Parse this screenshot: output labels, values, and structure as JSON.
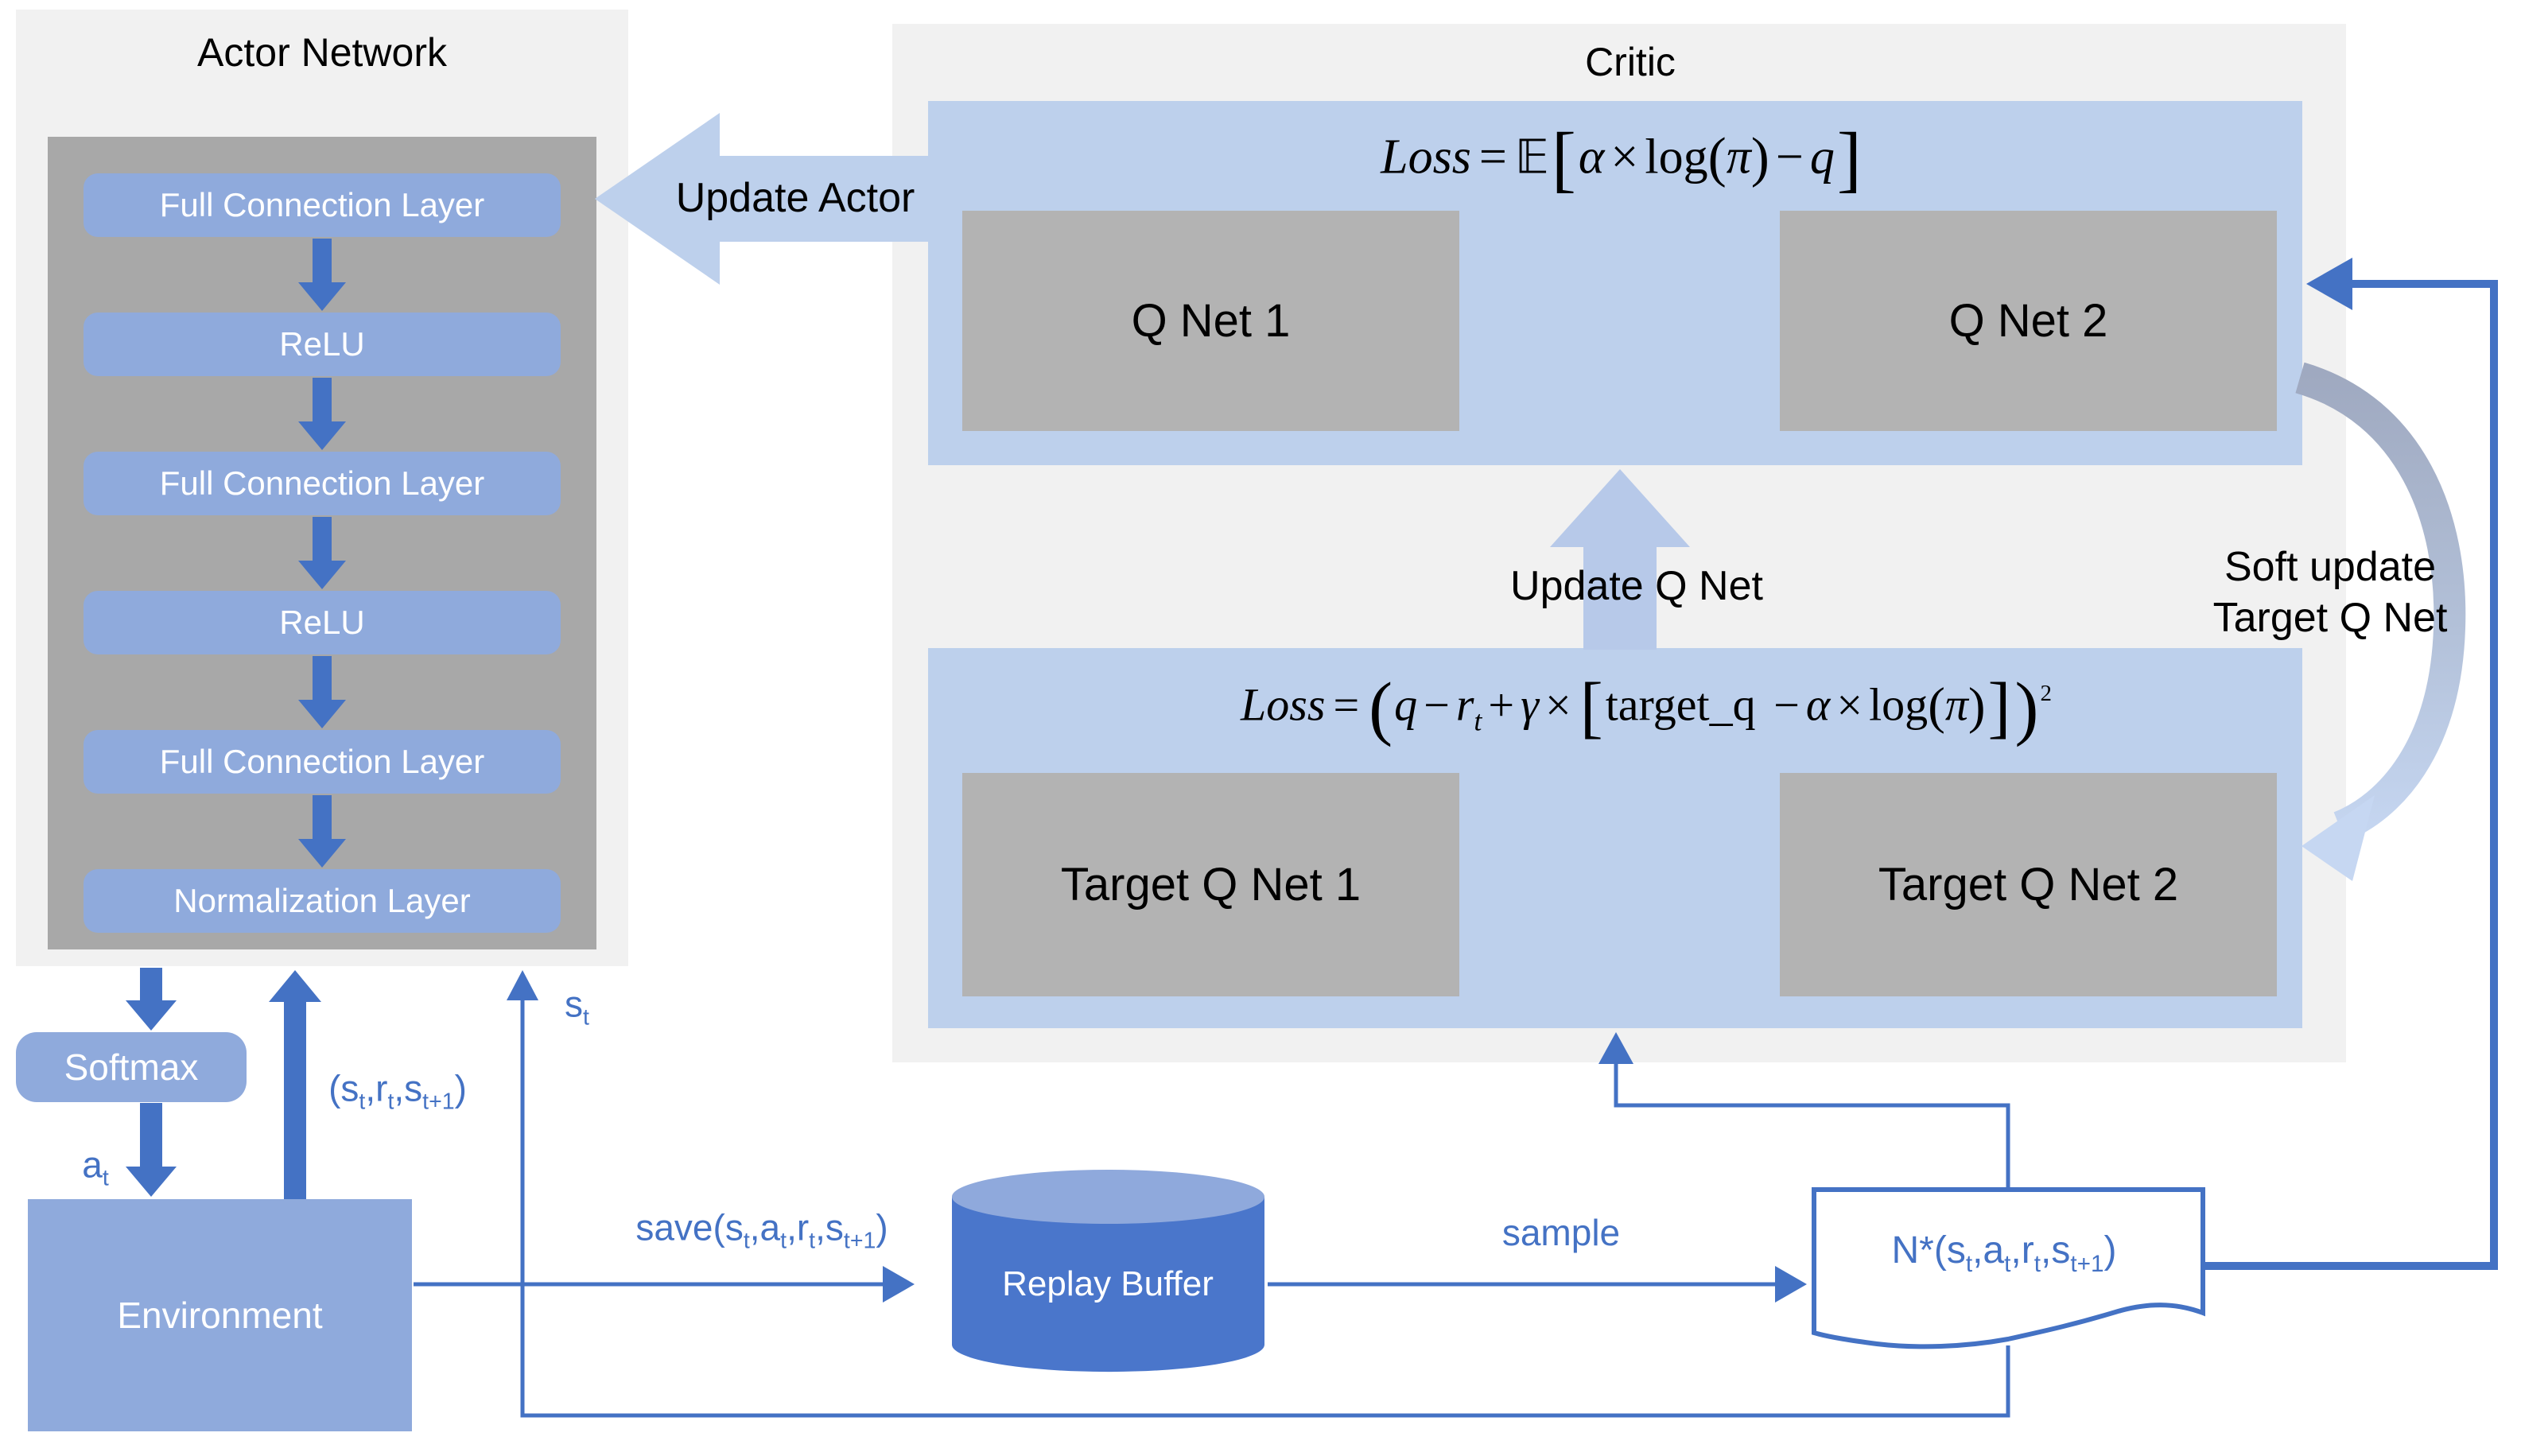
{
  "actor": {
    "title": "Actor Network",
    "layers": [
      "Full Connection Layer",
      "ReLU",
      "Full Connection Layer",
      "ReLU",
      "Full Connection Layer",
      "Normalization Layer"
    ],
    "softmax": "Softmax",
    "environment": "Environment"
  },
  "critic": {
    "title": "Critic",
    "q_nets": [
      "Q Net 1",
      "Q Net 2"
    ],
    "target_q_nets": [
      "Target Q Net 1",
      "Target Q Net 2"
    ],
    "loss_top_html": "<i>Loss</i><span class=\"eq\">=</span><span class=\"bb\">𝔼</span><span class=\"brk\">[</span><i>α</i><span class=\"op\">×</span><span class=\"fn\">log</span><span class=\"par\">(</span><i>π</i><span class=\"par\">)</span><span class=\"op\">−</span><i>q</i><span class=\"brk\">]</span>",
    "loss_bottom_html": "<i>Loss</i><span class=\"eq\">=</span><span class=\"par2\">(</span><i>q</i><span class=\"op\">−</span><i>r</i><sub><i>t</i></sub><span class=\"op\">+</span><i>γ</i><span class=\"op\">×</span><span class=\"brk\">[</span><span class=\"fn\">target_q&nbsp;</span><span class=\"op\">−</span><i>α</i><span class=\"op\">×</span><span class=\"fn\">log</span><span class=\"par\">(</span><i>π</i><span class=\"par\">)</span><span class=\"brk\">]</span><span class=\"par2\">)</span><sup>2</sup>"
  },
  "flow_labels": {
    "update_actor": "Update Actor",
    "update_q_net": "Update Q Net",
    "soft_update_line1": "Soft update",
    "soft_update_line2": "Target Q Net",
    "replay_buffer": "Replay Buffer",
    "sample": "sample",
    "s_t_html": "s<sub>t</sub>",
    "a_t_html": "a<sub>t</sub>",
    "transition_html": "(s<sub>t</sub>,r<sub>t</sub>,s<sub>t+1</sub>)",
    "save_html": "save(s<sub>t</sub>,a<sub>t</sub>,r<sub>t</sub>,s<sub>t+1</sub>)",
    "batch_html": "N*(s<sub>t</sub>,a<sub>t</sub>,r<sub>t</sub>,s<sub>t+1</sub>)"
  },
  "colors": {
    "panel_gray": "#f1f1f1",
    "inner_gray": "#a8a8a8",
    "net_gray": "#b3b3b3",
    "blue_panel": "#bdd0ec",
    "blue_box": "#8faadc",
    "dark_blue": "#4472c4",
    "light_arrow": "#b7c9e9",
    "swoosh_gray": "#9fa9c0",
    "swoosh_blue": "#c6d7f2",
    "cylinder_body": "#4a76cb",
    "cylinder_top": "#8fa9dc"
  }
}
